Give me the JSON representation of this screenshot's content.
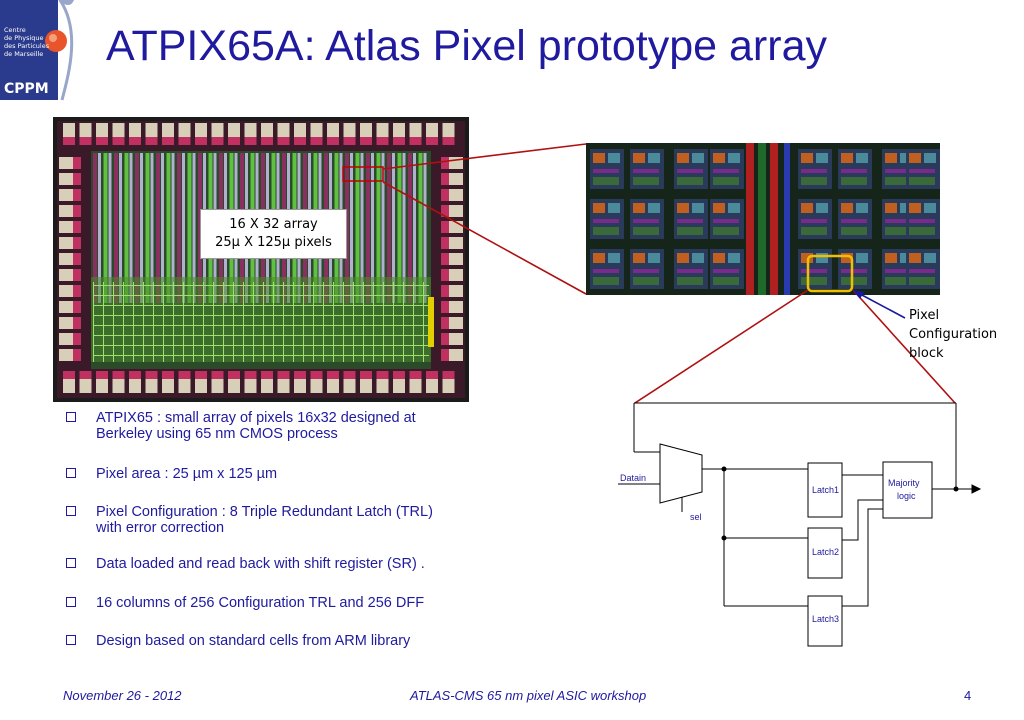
{
  "logo": {
    "lines": [
      "Centre",
      "de Physique",
      "des Particules",
      "de Marseille"
    ],
    "brand": "CPPM"
  },
  "title": "ATPIX65A: Atlas Pixel prototype array",
  "array_label": {
    "line1": "16 X 32 array",
    "line2": "25μ X 125μ pixels"
  },
  "pixel_config_label": {
    "line1": "Pixel",
    "line2": "Configuration",
    "line3": "block"
  },
  "circuit": {
    "datain": "Datain",
    "sel": "sel",
    "latch1": "Latch1",
    "latch2": "Latch2",
    "latch3": "Latch3",
    "majority1": "Majority",
    "majority2": "logic"
  },
  "bullets": [
    {
      "line1": "ATPIX65 : small array of pixels 16x32  designed at",
      "line2": "Berkeley using 65 nm CMOS process"
    },
    {
      "line1": "Pixel area : 25 µm x 125 µm",
      "line2": ""
    },
    {
      "line1": "Pixel Configuration : 8 Triple Redundant Latch (TRL)",
      "line2": "with error correction"
    },
    {
      "line1": "Data loaded and read back with shift register (SR) .",
      "line2": ""
    },
    {
      "line1": "16 columns of 256 Configuration TRL and 256 DFF",
      "line2": ""
    },
    {
      "line1": "Design based on standard cells from ARM library",
      "line2": ""
    }
  ],
  "footer": {
    "date": "November  26 - 2012",
    "event": "ATLAS-CMS 65 nm pixel ASIC workshop",
    "page": "4"
  },
  "colors": {
    "title": "#1f1a9e",
    "connector_red": "#b01010",
    "arrow_blue": "#1a1aa0",
    "highlight_yellow": "#f0c000"
  }
}
